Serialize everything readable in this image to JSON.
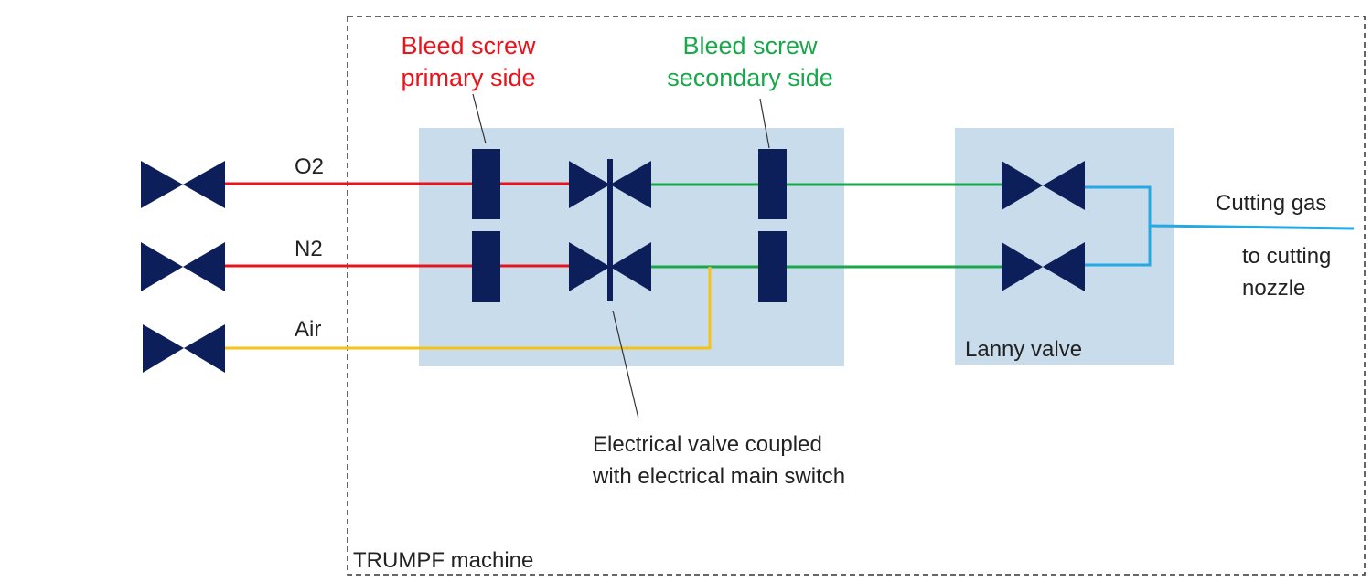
{
  "colors": {
    "navy": "#0d1f5a",
    "box_fill": "#c9dcec",
    "red": "#e8141c",
    "green": "#1aa64a",
    "yellow": "#f5c21a",
    "blue": "#22a9e6",
    "text": "#222222",
    "label_red": "#e8141c",
    "label_green": "#1aa64a"
  },
  "labels": {
    "o2": "O2",
    "n2": "N2",
    "air": "Air",
    "bleed_primary_line1": "Bleed screw",
    "bleed_primary_line2": "primary side",
    "bleed_secondary_line1": "Bleed screw",
    "bleed_secondary_line2": "secondary side",
    "electrical_line1": "Electrical valve coupled",
    "electrical_line2": "with electrical main switch",
    "lanny": "Lanny valve",
    "cutting_gas": "Cutting gas",
    "to_nozzle_line1": "to cutting",
    "to_nozzle_line2": "nozzle",
    "machine": "TRUMPF machine"
  }
}
